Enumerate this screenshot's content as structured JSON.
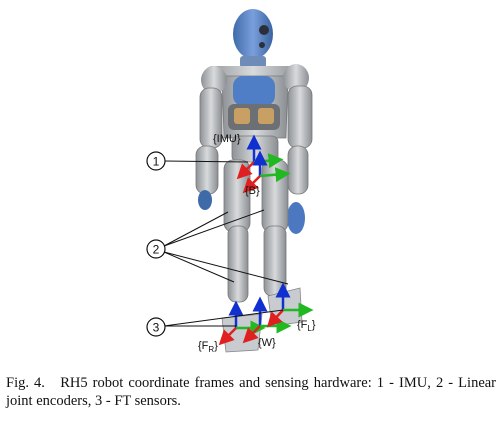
{
  "frames": {
    "imu": "{IMU}",
    "base": "{B}",
    "world": "{W}",
    "foot_right": "{F",
    "foot_right_sub": "R",
    "foot_left": "{F",
    "foot_left_sub": "L",
    "close_brace": "}"
  },
  "callouts": [
    "1",
    "2",
    "3"
  ],
  "caption": {
    "label": "Fig. 4.",
    "text": "RH5 robot coordinate frames and sensing hardware: 1 - IMU, 2 - Linear joint encoders, 3 - FT sensors."
  },
  "colors": {
    "x_axis": "#e02020",
    "y_axis": "#22b822",
    "z_axis": "#1030d0",
    "head": "#5b86c8",
    "body": "#b8bcc0"
  }
}
